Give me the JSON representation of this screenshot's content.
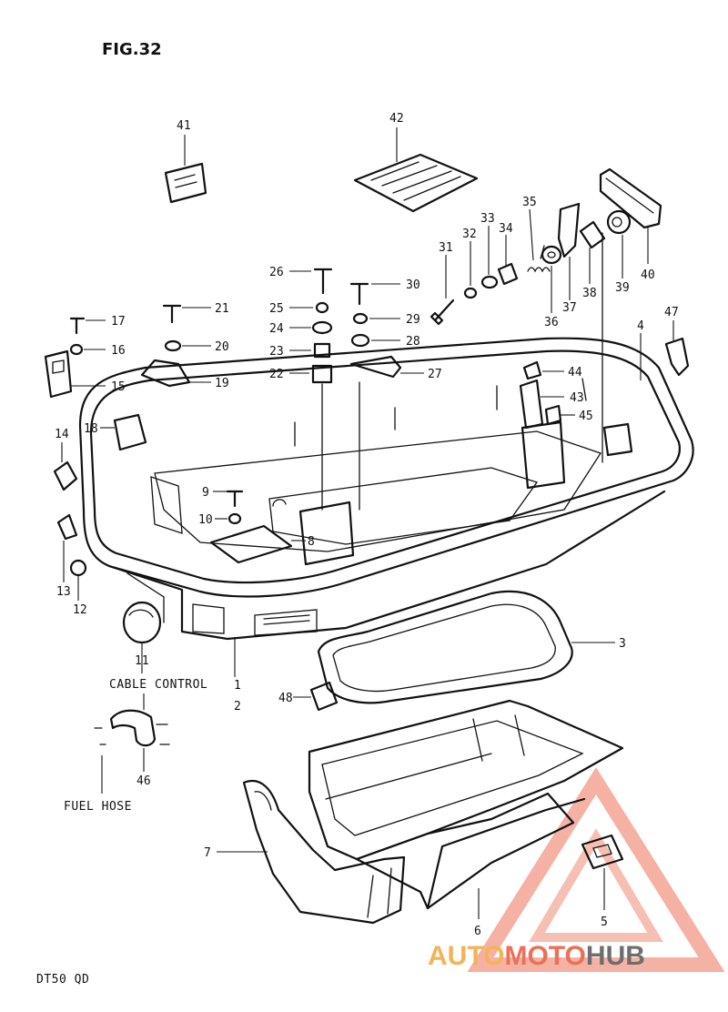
{
  "figure": {
    "title": "FIG.32",
    "model": "DT50 QD",
    "notes": {
      "cable_control": "CABLE CONTROL",
      "fuel_hose": "FUEL HOSE"
    }
  },
  "watermark": {
    "text_auto": "AUTO",
    "text_moto": "MOTO",
    "text_hub": "HUB",
    "color_primary": "#e8583c",
    "color_secondary": "#f2a63a",
    "color_dark": "#555555"
  },
  "labels": {
    "l1": "1",
    "l2": "2",
    "l3": "3",
    "l4": "4",
    "l5": "5",
    "l6": "6",
    "l7": "7",
    "l8": "8",
    "l9": "9",
    "l10": "10",
    "l11": "11",
    "l12": "12",
    "l13": "13",
    "l14": "14",
    "l15": "15",
    "l16": "16",
    "l17": "17",
    "l18": "18",
    "l19": "19",
    "l20": "20",
    "l21": "21",
    "l22": "22",
    "l23": "23",
    "l24": "24",
    "l25": "25",
    "l26": "26",
    "l27": "27",
    "l28": "28",
    "l29": "29",
    "l30": "30",
    "l31": "31",
    "l32": "32",
    "l33": "33",
    "l34": "34",
    "l35": "35",
    "l36": "36",
    "l37": "37",
    "l38": "38",
    "l39": "39",
    "l40": "40",
    "l41": "41",
    "l42": "42",
    "l43": "43",
    "l44": "44",
    "l45": "45",
    "l46": "46",
    "l47": "47",
    "l48": "48"
  }
}
